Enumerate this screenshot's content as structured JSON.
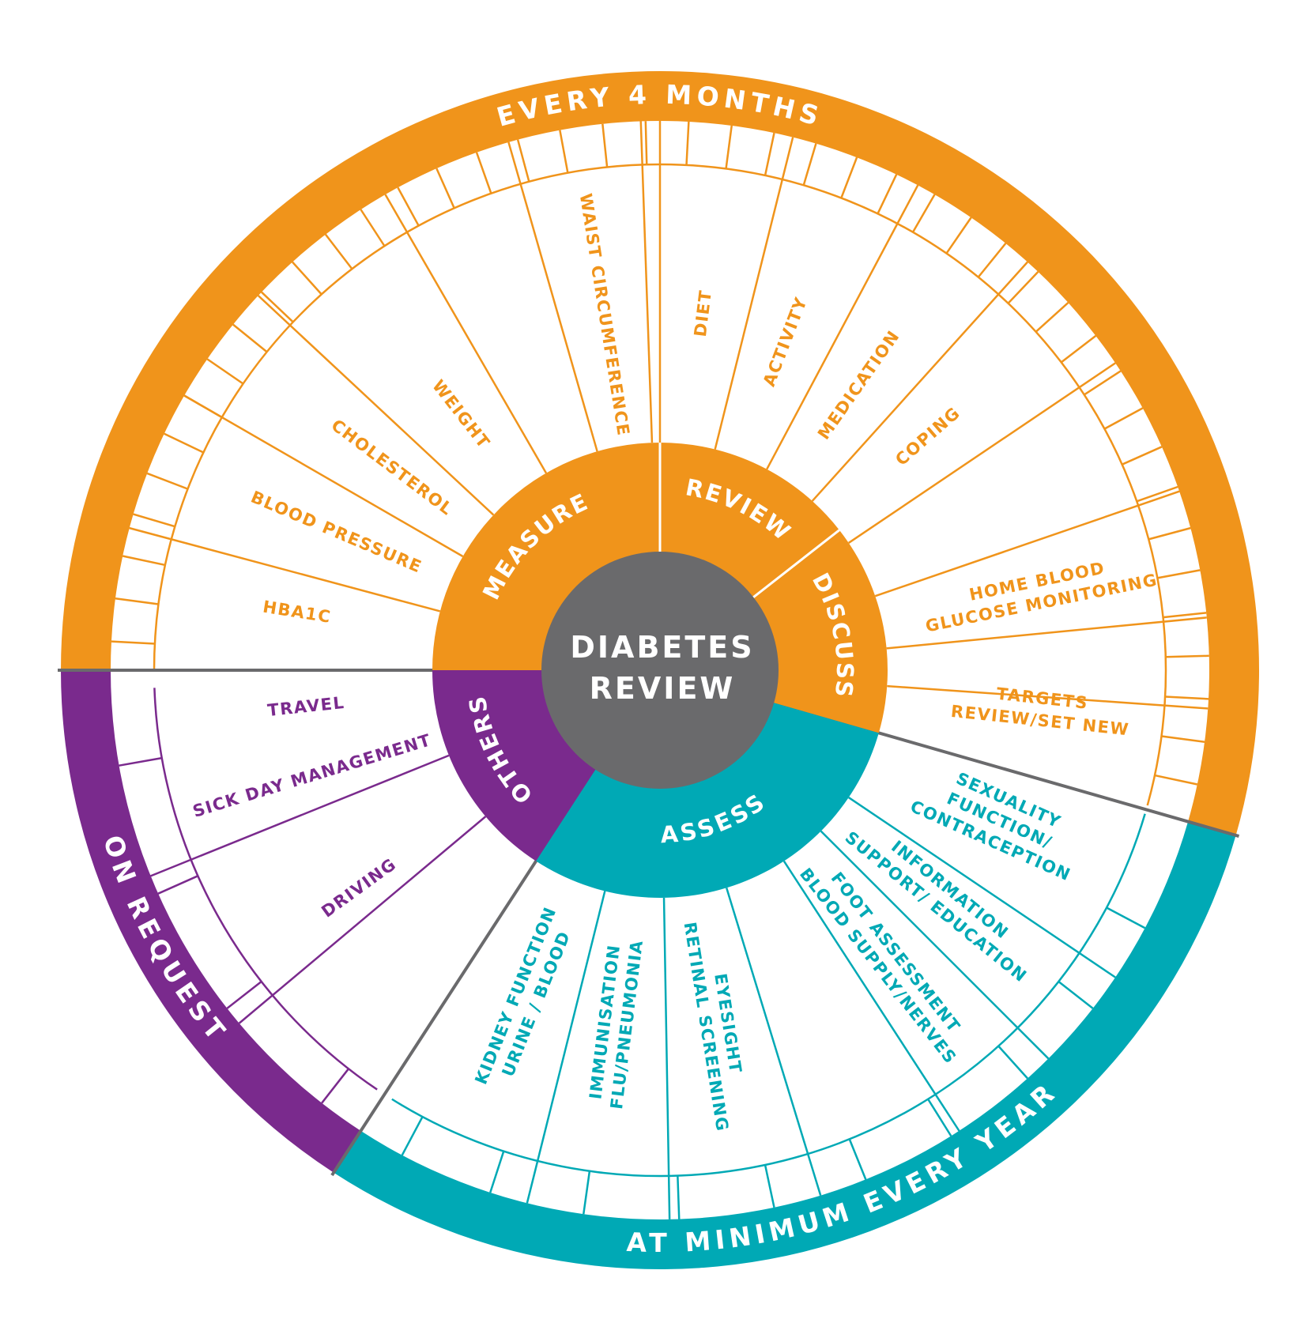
{
  "center": {
    "line1": "DIABETES",
    "line2": "REVIEW"
  },
  "colors": {
    "orange": "#F0941B",
    "teal": "#00A9B5",
    "purple": "#7A2A8D",
    "center": "#6A6A6C",
    "divider": "#6A6A6C"
  },
  "bands": [
    {
      "id": "orange",
      "label": "EVERY 4 MONTHS"
    },
    {
      "id": "teal",
      "label": "AT MINIMUM EVERY YEAR"
    },
    {
      "id": "purple",
      "label": "ON REQUEST"
    }
  ],
  "categories": [
    {
      "id": "measure",
      "label": "MEASURE",
      "color": "orange"
    },
    {
      "id": "review",
      "label": "REVIEW",
      "color": "orange"
    },
    {
      "id": "discuss",
      "label": "DISCUSS",
      "color": "orange"
    },
    {
      "id": "assess",
      "label": "ASSESS",
      "color": "teal"
    },
    {
      "id": "others",
      "label": "OTHERS",
      "color": "purple"
    }
  ],
  "items": [
    {
      "id": "hba1c",
      "lines": [
        "HBA1C"
      ],
      "color": "orange"
    },
    {
      "id": "blood-pressure",
      "lines": [
        "BLOOD PRESSURE"
      ],
      "color": "orange"
    },
    {
      "id": "cholesterol",
      "lines": [
        "CHOLESTEROL"
      ],
      "color": "orange"
    },
    {
      "id": "weight",
      "lines": [
        "WEIGHT"
      ],
      "color": "orange"
    },
    {
      "id": "waist-circumference",
      "lines": [
        "WAIST CIRCUMFERENCE"
      ],
      "color": "orange"
    },
    {
      "id": "diet",
      "lines": [
        "DIET"
      ],
      "color": "orange"
    },
    {
      "id": "activity",
      "lines": [
        "ACTIVITY"
      ],
      "color": "orange"
    },
    {
      "id": "medication",
      "lines": [
        "MEDICATION"
      ],
      "color": "orange"
    },
    {
      "id": "coping",
      "lines": [
        "COPING"
      ],
      "color": "orange"
    },
    {
      "id": "home-blood-glucose",
      "lines": [
        "HOME BLOOD",
        "GLUCOSE MONITORING"
      ],
      "color": "orange"
    },
    {
      "id": "targets",
      "lines": [
        "TARGETS",
        "REVIEW/SET NEW"
      ],
      "color": "orange"
    },
    {
      "id": "sexuality",
      "lines": [
        "SEXUALITY",
        "FUNCTION/",
        "CONTRACEPTION"
      ],
      "color": "teal"
    },
    {
      "id": "information",
      "lines": [
        "INFORMATION",
        "SUPPORT/ EDUCATION"
      ],
      "color": "teal"
    },
    {
      "id": "foot-assessment",
      "lines": [
        "FOOT ASSESSMENT",
        "BLOOD SUPPLY/NERVES"
      ],
      "color": "teal"
    },
    {
      "id": "eyesight",
      "lines": [
        "EYESIGHT",
        "RETINAL SCREENING"
      ],
      "color": "teal"
    },
    {
      "id": "immunisation",
      "lines": [
        "IMMUNISATION",
        "FLU/PNEUMONIA"
      ],
      "color": "teal"
    },
    {
      "id": "kidney-function",
      "lines": [
        "KIDNEY FUNCTION",
        "URINE / BLOOD"
      ],
      "color": "teal"
    },
    {
      "id": "driving",
      "lines": [
        "DRIVING"
      ],
      "color": "purple"
    },
    {
      "id": "sick-day",
      "lines": [
        "SICK DAY MANAGEMENT"
      ],
      "color": "purple"
    },
    {
      "id": "travel",
      "lines": [
        "TRAVEL"
      ],
      "color": "purple"
    }
  ]
}
